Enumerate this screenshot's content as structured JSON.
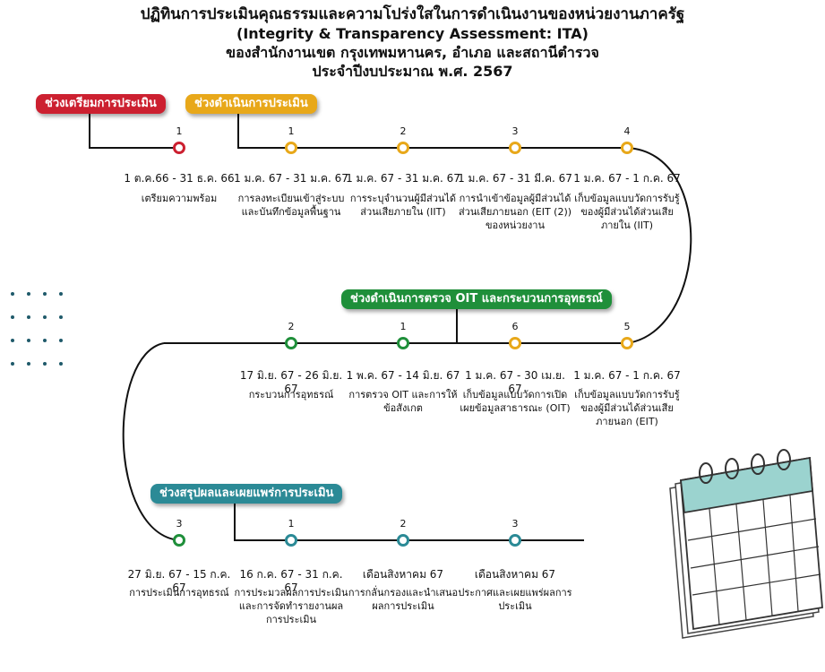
{
  "header": {
    "line1": "ปฏิทินการประเมินคุณธรรมและความโปร่งใสในการดำเนินงานของหน่วยงานภาครัฐ",
    "line2": "(Integrity & Transparency Assessment: ITA)",
    "line3": "ของสำนักงานเขต กรุงเทพมหานคร, อำเภอ และสถานีตำรวจ",
    "line4": "ประจำปีงบประมาณ พ.ศ. 2567"
  },
  "colors": {
    "prep": "#cc2030",
    "ops": "#e8a81a",
    "oit": "#1f8f3a",
    "summary": "#2b8a96",
    "line": "#111111"
  },
  "phases": {
    "prep": "ช่วงเตรียมการประเมิน",
    "ops": "ช่วงดำเนินการประเมิน",
    "oit": "ช่วงดำเนินการตรวจ OIT และกระบวนการอุทธรณ์",
    "summary": "ช่วงสรุปผลและเผยแพร่การประเมิน"
  },
  "steps": {
    "prep1": {
      "num": "1",
      "date": "1 ต.ค.66 - 31 ธ.ค. 66",
      "desc": "เตรียมความพร้อม"
    },
    "ops1": {
      "num": "1",
      "date": "1 ม.ค. 67 - 31 ม.ค. 67",
      "desc": "การลงทะเบียนเข้าสู่ระบบและบันทึกข้อมูลพื้นฐาน"
    },
    "ops2": {
      "num": "2",
      "date": "1 ม.ค. 67 - 31 ม.ค. 67",
      "desc": "การระบุจำนวนผู้มีส่วนได้ส่วนเสียภายใน (IIT)"
    },
    "ops3": {
      "num": "3",
      "date": "1 ม.ค. 67 - 31 มี.ค. 67",
      "desc": "การนำเข้าข้อมูลผู้มีส่วนได้ส่วนเสียภายนอก (EIT (2)) ของหน่วยงาน"
    },
    "ops4": {
      "num": "4",
      "date": "1 ม.ค. 67 - 1 ก.ค. 67",
      "desc": "เก็บข้อมูลแบบวัดการรับรู้ของผู้มีส่วนได้ส่วนเสียภายใน (IIT)"
    },
    "ops5": {
      "num": "5",
      "date": "1 ม.ค. 67 - 1 ก.ค. 67",
      "desc": "เก็บข้อมูลแบบวัดการรับรู้ของผู้มีส่วนได้ส่วนเสียภายนอก (EIT)"
    },
    "ops6": {
      "num": "6",
      "date": "1 ม.ค. 67 - 30 เม.ย. 67",
      "desc": "เก็บข้อมูลแบบวัดการเปิดเผยข้อมูลสาธารณะ (OIT)"
    },
    "oit1": {
      "num": "1",
      "date": "1 พ.ค. 67 - 14 มิ.ย. 67",
      "desc": "การตรวจ OIT และการให้ข้อสังเกต"
    },
    "oit2": {
      "num": "2",
      "date": "17 มิ.ย. 67 - 26 มิ.ย. 67",
      "desc": "กระบวนการอุทธรณ์"
    },
    "oit3": {
      "num": "3",
      "date": "27 มิ.ย. 67 - 15 ก.ค. 67",
      "desc": "การประเมินการอุทธรณ์"
    },
    "sum1": {
      "num": "1",
      "date": "16 ก.ค. 67 - 31 ก.ค. 67",
      "desc": "การประมวลผลการประเมิน และการจัดทำรายงานผลการประเมิน"
    },
    "sum2": {
      "num": "2",
      "date": "เดือนสิงหาคม 67",
      "desc": "การกลั่นกรองและนำเสนอผลการประเมิน"
    },
    "sum3": {
      "num": "3",
      "date": "เดือนสิงหาคม 67",
      "desc": "ประกาศและเผยแพร่ผลการประเมิน"
    }
  },
  "decor": {
    "dots_icon": "dot-grid",
    "calendar_icon": "spiral-calendar-icon"
  }
}
